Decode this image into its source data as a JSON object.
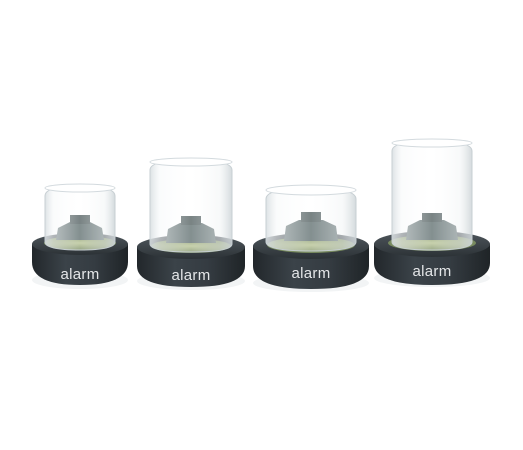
{
  "background_color": "#ffffff",
  "products": [
    {
      "id": "cap-1",
      "label": "alarm",
      "glass": "short-narrow"
    },
    {
      "id": "cap-2",
      "label": "alarm",
      "glass": "tall-medium"
    },
    {
      "id": "cap-3",
      "label": "alarm",
      "glass": "short-wide"
    },
    {
      "id": "cap-4",
      "label": "alarm",
      "glass": "tall-wide"
    }
  ],
  "colors": {
    "base": "#2f353a",
    "base_top": "#454d53",
    "glass_tint": "#eef2f4",
    "sensor": "#5a6a6b",
    "sensor_glow": "#b8c89a"
  }
}
